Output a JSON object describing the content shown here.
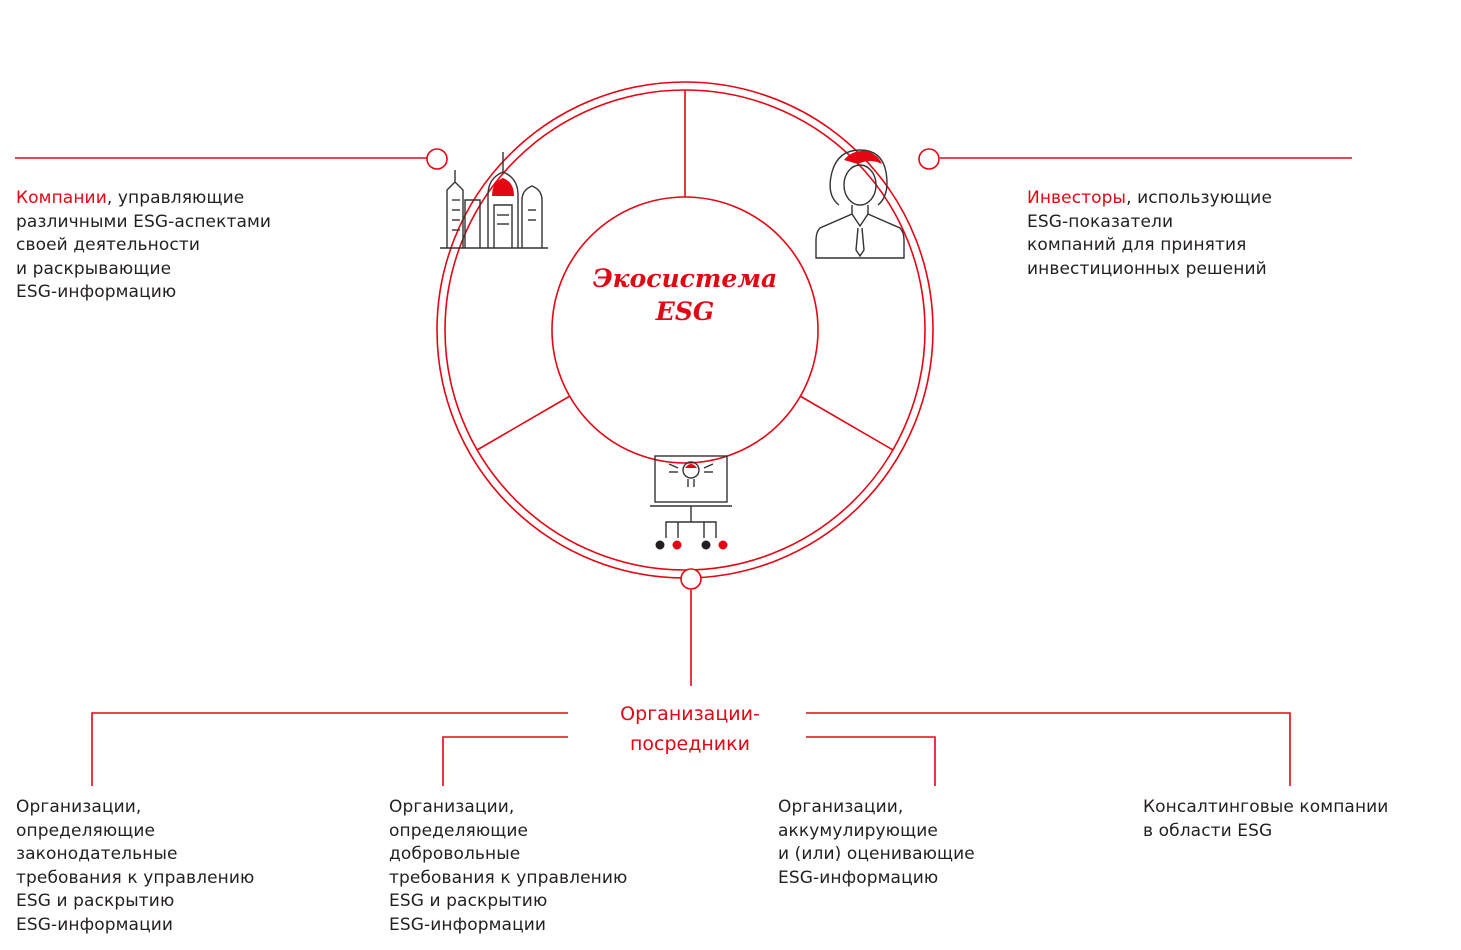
{
  "center": {
    "title": "Экосистема\nESG"
  },
  "companies": {
    "highlight": "Компании",
    "rest": ", управляющие\nразличными ESG-аспектами\nсвоей деятельности\nи раскрывающие\nESG-информацию"
  },
  "investors": {
    "highlight": "Инвесторы",
    "rest": ", использующие\nESG-показатели\nкомпаний для принятия\nинвестиционных решений"
  },
  "intermediaries": {
    "label": "Организации-\nпосредники",
    "items": [
      "Организации,\nопределяющие\nзаконодательные\nтребования к управлению\nESG и раскрытию\nESG-информации",
      "Организации,\nопределяющие\nдобровольные\nтребования к управлению\nESG и раскрытию\nESG-информации",
      "Организации,\nаккумулирующие\nи (или) оценивающие\nESG-информацию",
      "Консалтинговые компании\nв области ESG"
    ]
  },
  "icons": [
    "city-buildings-icon",
    "investor-woman-icon",
    "laptop-network-icon"
  ],
  "colors": {
    "accent": "#e30613",
    "text": "#231f20",
    "icon": "#333333"
  }
}
